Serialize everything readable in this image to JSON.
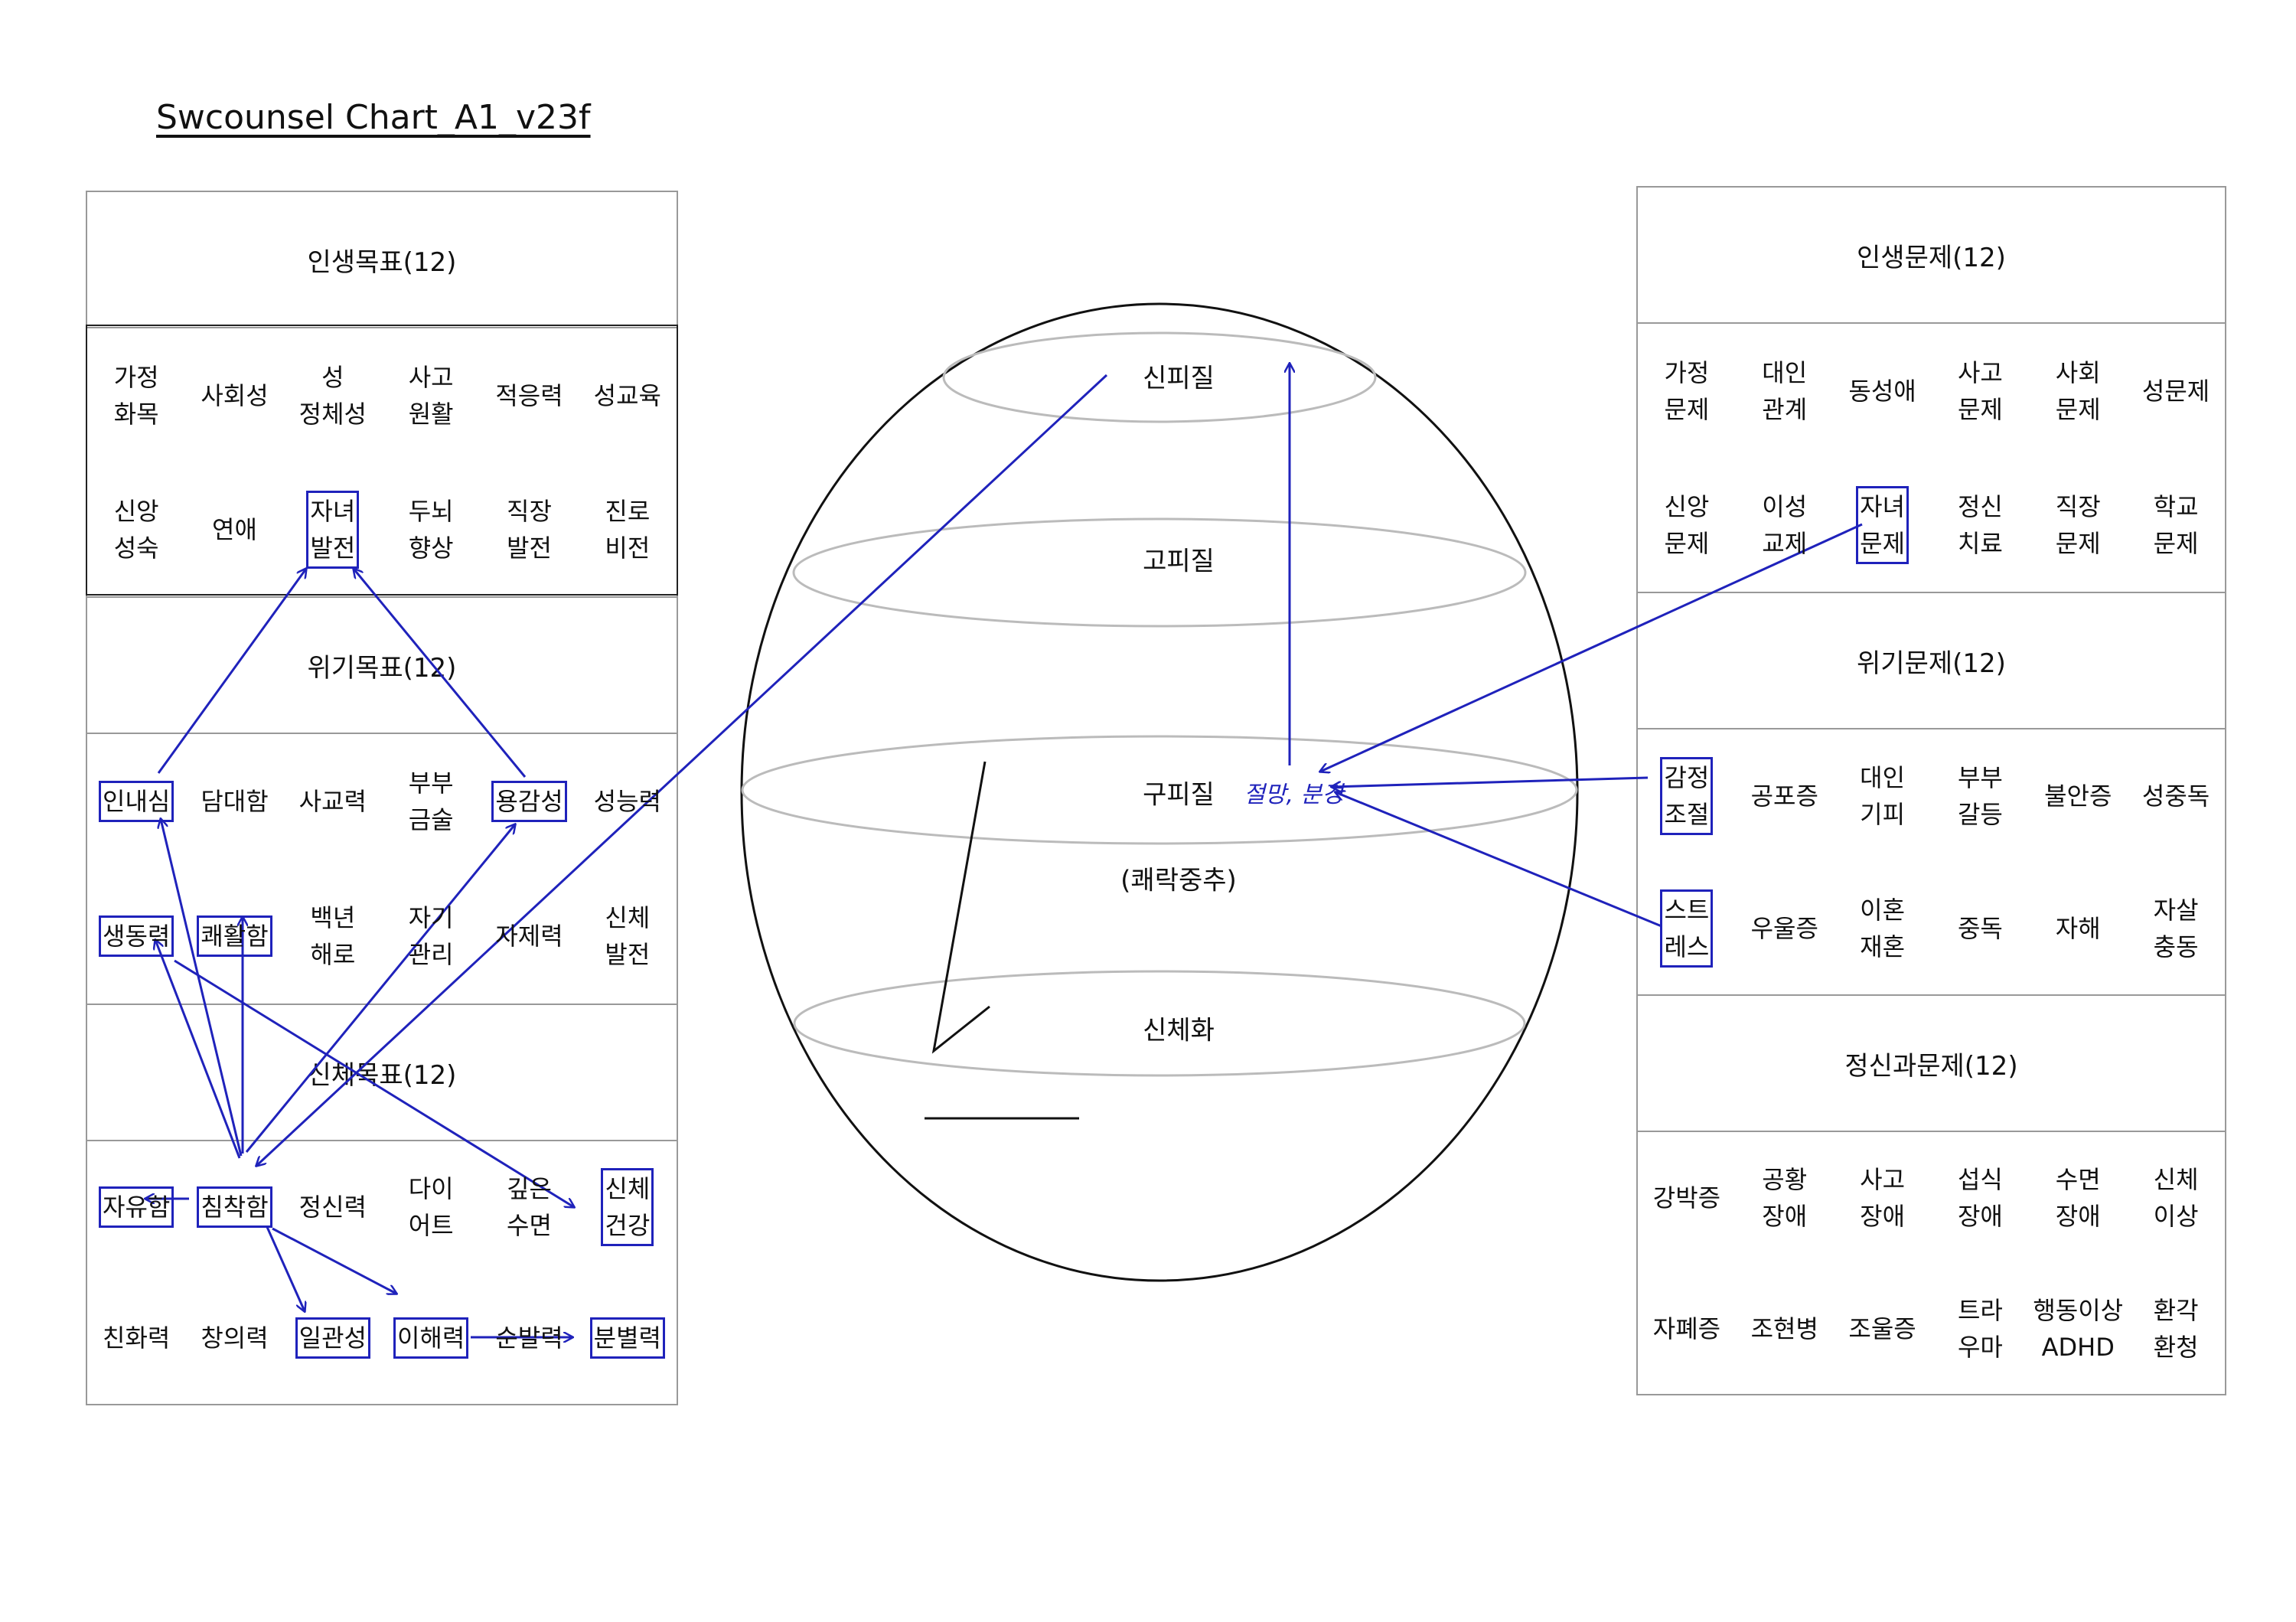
{
  "title": "Swcounsel Chart_A1_v23f",
  "left_panel": {
    "sections": [
      {
        "header": "인생목표(12)",
        "rows": [
          [
            {
              "text": "가정\n화목"
            },
            {
              "text": "사회성"
            },
            {
              "text": "성\n정체성"
            },
            {
              "text": "사고\n원활"
            },
            {
              "text": "적응력"
            },
            {
              "text": "성교육"
            }
          ],
          [
            {
              "text": "신앙\n성숙"
            },
            {
              "text": "연애"
            },
            {
              "text": "자녀\n발전",
              "boxed": true
            },
            {
              "text": "두뇌\n향상"
            },
            {
              "text": "직장\n발전"
            },
            {
              "text": "진로\n비전"
            }
          ]
        ]
      },
      {
        "header": "위기목표(12)",
        "rows": [
          [
            {
              "text": "인내심",
              "boxed": true
            },
            {
              "text": "담대함"
            },
            {
              "text": "사교력"
            },
            {
              "text": "부부\n금술"
            },
            {
              "text": "용감성",
              "boxed": true
            },
            {
              "text": "성능력"
            }
          ],
          [
            {
              "text": "생동력",
              "boxed": true
            },
            {
              "text": "쾌활함",
              "boxed": true
            },
            {
              "text": "백년\n해로"
            },
            {
              "text": "자기\n관리"
            },
            {
              "text": "자제력"
            },
            {
              "text": "신체\n발전"
            }
          ]
        ]
      },
      {
        "header": "신체목표(12)",
        "rows": [
          [
            {
              "text": "자유함",
              "boxed": true
            },
            {
              "text": "침착함",
              "boxed": true
            },
            {
              "text": "정신력"
            },
            {
              "text": "다이\n어트"
            },
            {
              "text": "깊은\n수면"
            },
            {
              "text": "신체\n건강",
              "boxed": true
            }
          ],
          [
            {
              "text": "친화력"
            },
            {
              "text": "창의력"
            },
            {
              "text": "일관성",
              "boxed": true
            },
            {
              "text": "이해력",
              "boxed": true
            },
            {
              "text": "순발력"
            },
            {
              "text": "분별력",
              "boxed": true
            }
          ]
        ]
      }
    ]
  },
  "right_panel": {
    "sections": [
      {
        "header": "인생문제(12)",
        "rows": [
          [
            {
              "text": "가정\n문제"
            },
            {
              "text": "대인\n관계"
            },
            {
              "text": "동성애"
            },
            {
              "text": "사고\n문제"
            },
            {
              "text": "사회\n문제"
            },
            {
              "text": "성문제"
            }
          ],
          [
            {
              "text": "신앙\n문제"
            },
            {
              "text": "이성\n교제"
            },
            {
              "text": "자녀\n문제",
              "boxed": true
            },
            {
              "text": "정신\n치료"
            },
            {
              "text": "직장\n문제"
            },
            {
              "text": "학교\n문제"
            }
          ]
        ]
      },
      {
        "header": "위기문제(12)",
        "rows": [
          [
            {
              "text": "감정\n조절",
              "boxed": true
            },
            {
              "text": "공포증"
            },
            {
              "text": "대인\n기피"
            },
            {
              "text": "부부\n갈등"
            },
            {
              "text": "불안증"
            },
            {
              "text": "성중독"
            }
          ],
          [
            {
              "text": "스트\n레스",
              "boxed": true
            },
            {
              "text": "우울증"
            },
            {
              "text": "이혼\n재혼"
            },
            {
              "text": "중독"
            },
            {
              "text": "자해"
            },
            {
              "text": "자살\n충동"
            }
          ]
        ]
      },
      {
        "header": "정신과문제(12)",
        "rows": [
          [
            {
              "text": "강박증"
            },
            {
              "text": "공황\n장애"
            },
            {
              "text": "사고\n장애"
            },
            {
              "text": "섭식\n장애"
            },
            {
              "text": "수면\n장애"
            },
            {
              "text": "신체\n이상"
            }
          ],
          [
            {
              "text": "자폐증"
            },
            {
              "text": "조현병"
            },
            {
              "text": "조울증"
            },
            {
              "text": "트라\n우마"
            },
            {
              "text": "행동이상\nADHD"
            },
            {
              "text": "환각\n환청"
            }
          ]
        ]
      }
    ]
  },
  "center": {
    "layers": [
      "신피질",
      "고피질",
      "구피질",
      "(쾌락중추)",
      "신체화"
    ],
    "handwritten_note": "절망, 분경"
  },
  "colors": {
    "annotation": "#1f22bb",
    "panel_border": "#999999",
    "ellipse_ring": "#bbbbbb",
    "sphere_outline": "#111111"
  }
}
